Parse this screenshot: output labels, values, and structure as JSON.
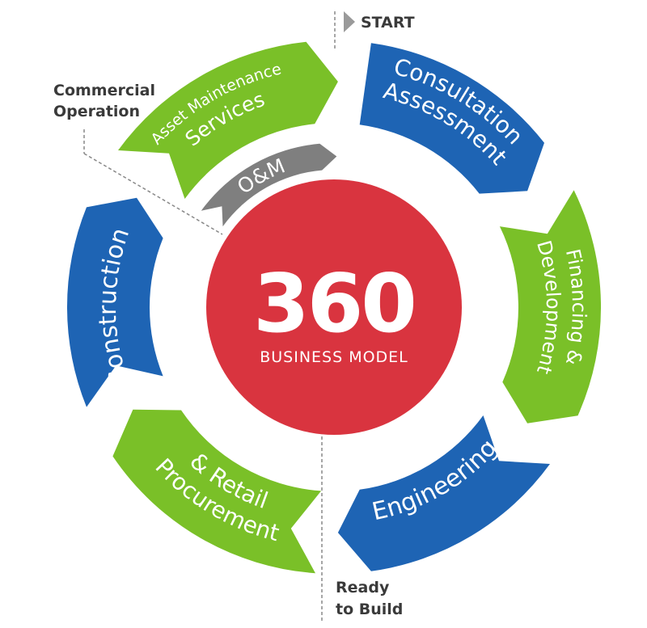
{
  "center": {
    "number": "360",
    "subtitle": "BUSINESS MODEL"
  },
  "segments": [
    {
      "label_lines": [
        "Consultation",
        "Assessment"
      ],
      "color": "#1e64b4"
    },
    {
      "label_lines": [
        "Financing &",
        "Development"
      ],
      "color": "#7ac028"
    },
    {
      "label_lines": [
        "Engineering"
      ],
      "color": "#1e64b4"
    },
    {
      "label_lines": [
        "Procurement",
        "& Retail"
      ],
      "color": "#7ac028"
    },
    {
      "label_lines": [
        "Construction"
      ],
      "color": "#1e64b4"
    },
    {
      "label_lines": [
        "Asset Maintenance",
        "Services"
      ],
      "color": "#7ac028"
    }
  ],
  "inner_arc": {
    "label": "O&M",
    "color": "#7f7f7f"
  },
  "annotations": {
    "start": "START",
    "commercial_line1": "Commercial",
    "commercial_line2": "Operation",
    "ready_line1": "Ready",
    "ready_line2": "to Build"
  },
  "colors": {
    "center_circle": "#d9343f",
    "blue": "#1e64b4",
    "green": "#7ac028",
    "gray": "#7f7f7f"
  }
}
